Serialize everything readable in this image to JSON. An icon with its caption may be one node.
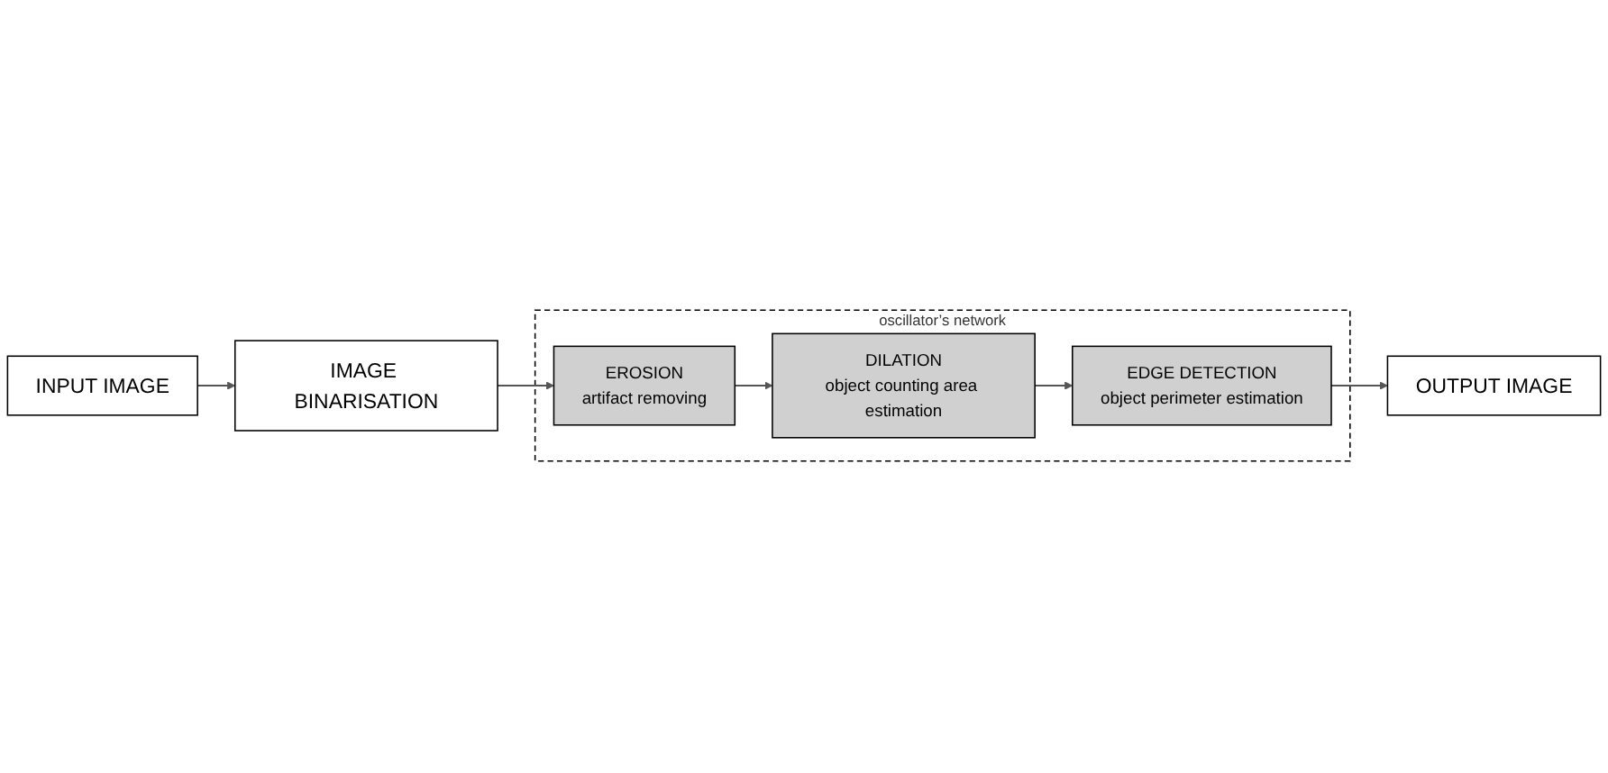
{
  "diagram": {
    "nodes": [
      {
        "text": [
          "INPUT IMAGE"
        ]
      },
      {
        "text": [
          "IMAGE BINARISATION"
        ]
      },
      {
        "text": [
          "oscillator’s network"
        ]
      },
      {
        "text": [
          "EROSION",
          "artifact removing"
        ],
        "in": 2
      },
      {
        "text": [
          "DILATION",
          "object counting area estimation"
        ],
        "in": 2
      },
      {
        "text": [
          "EDGE DETECTION",
          "object perimeter estimation"
        ],
        "in": 2
      },
      {
        "text": [
          "OUTPUT IMAGE"
        ]
      }
    ],
    "edges": [
      {
        "from": 0,
        "to": 1,
        "arrow": "to"
      },
      {
        "from": 1,
        "to": 3,
        "arrow": "to"
      },
      {
        "from": 3,
        "to": 4,
        "arrow": "to"
      },
      {
        "from": 4,
        "to": 5,
        "arrow": "to"
      },
      {
        "from": 5,
        "to": 6,
        "arrow": "to"
      }
    ]
  }
}
